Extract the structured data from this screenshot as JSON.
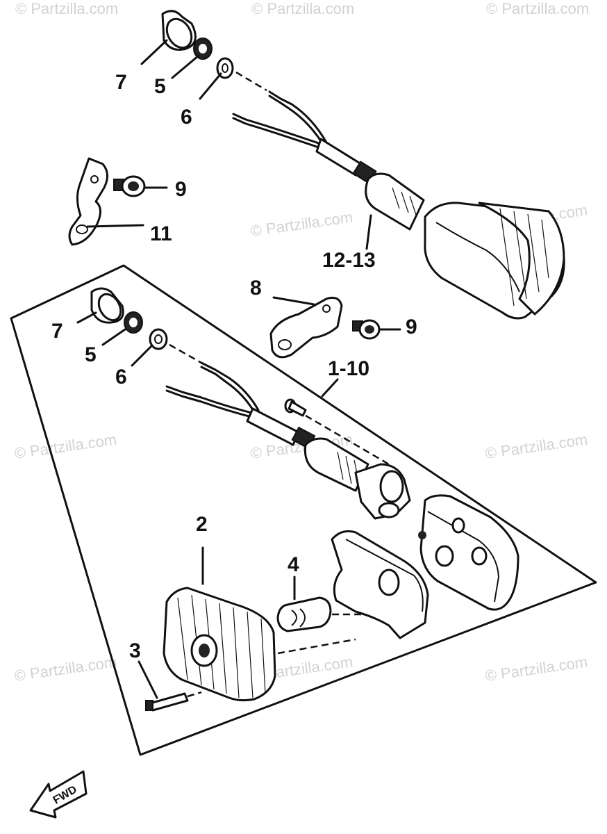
{
  "watermark": "© Partzilla.com",
  "callouts": {
    "top_7": "7",
    "top_5": "5",
    "top_6": "6",
    "top_9": "9",
    "top_11": "11",
    "top_12_13": "12-13",
    "mid_8": "8",
    "mid_9": "9",
    "mid_7": "7",
    "mid_5": "5",
    "mid_6": "6",
    "mid_1_10": "1-10",
    "low_2": "2",
    "low_3": "3",
    "low_4": "4"
  },
  "fwd_arrow": "FWD"
}
